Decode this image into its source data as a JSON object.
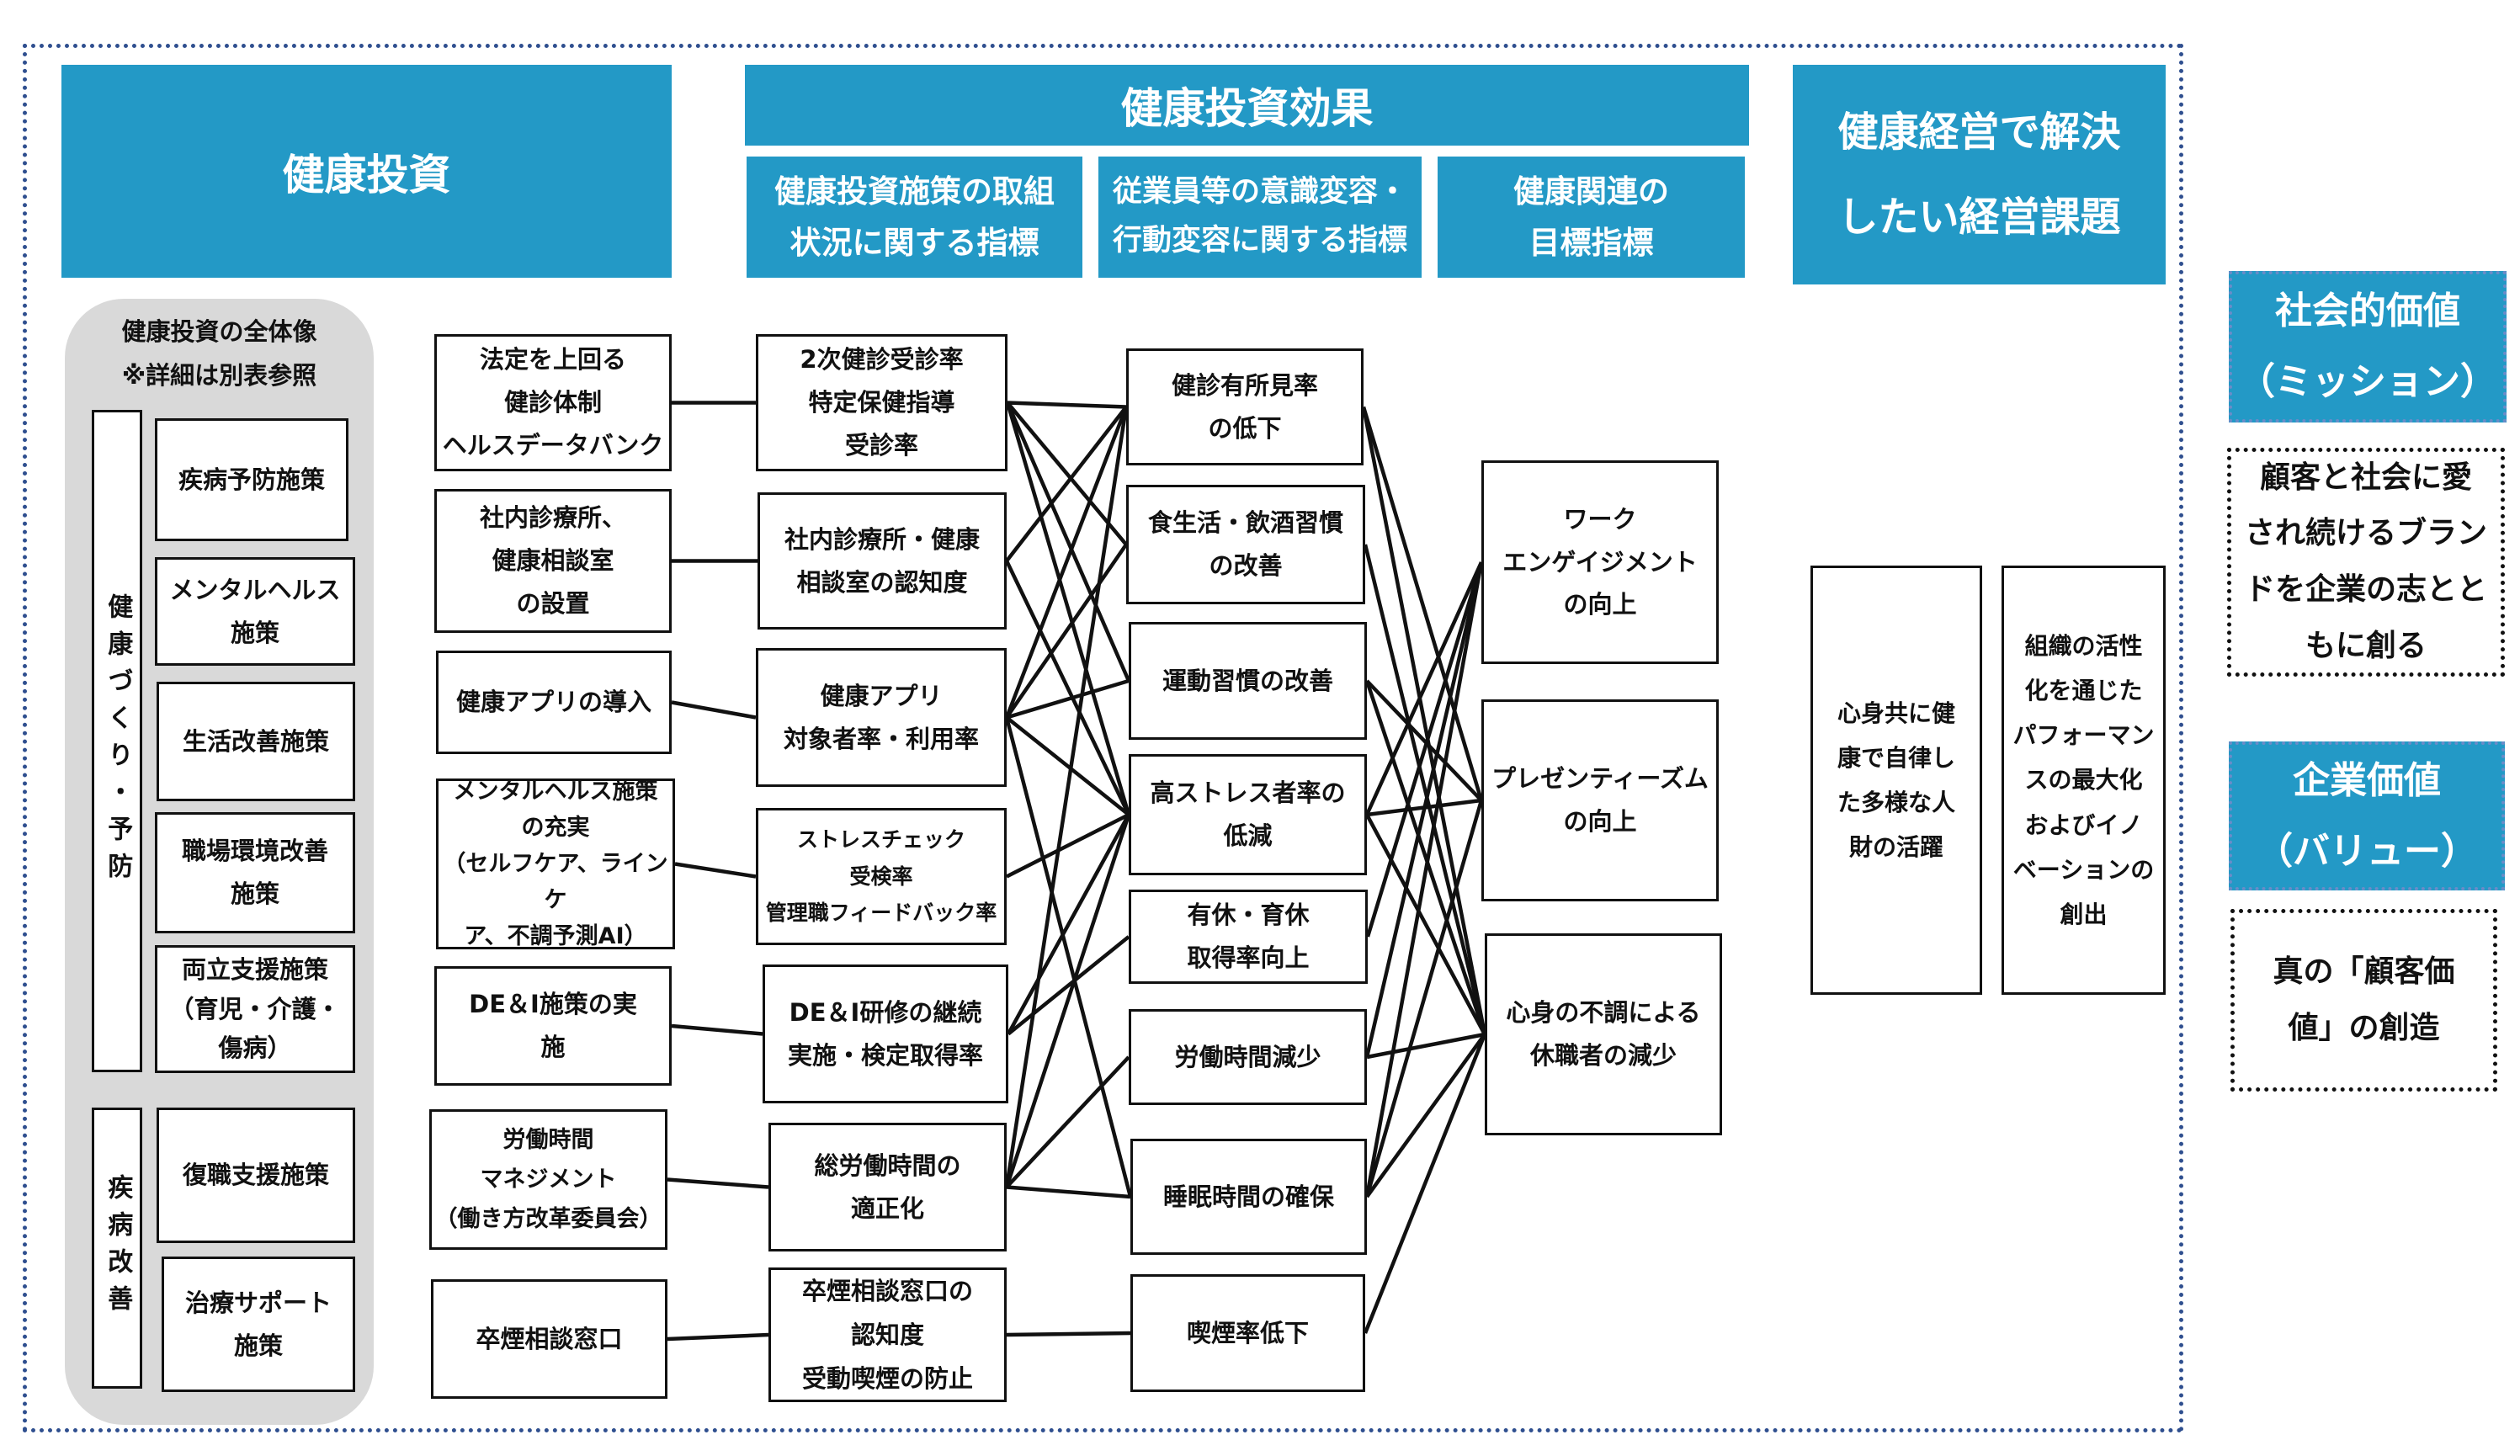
{
  "headers": {
    "investment": "健康投資",
    "effect": "健康投資効果",
    "effect_sub": [
      "健康投資施策の取組\n状況に関する指標",
      "従業員等の意識変容・\n行動変容に関する指標",
      "健康関連の\n目標指標"
    ],
    "issues": "健康経営で解決\nしたい経営課題"
  },
  "panel": {
    "title": "健康投資の全体像\n※詳細は別表参照",
    "prevention_label": "健康づくり・予防",
    "prevention_items": [
      "疾病予防施策",
      "メンタルヘルス\n施策",
      "生活改善施策",
      "職場環境改善\n施策",
      "両立支援施策\n（育児・介護・\n傷病）"
    ],
    "improvement_label": "疾病改善",
    "improvement_items": [
      "復職支援施策",
      "治療サポート\n施策"
    ]
  },
  "measures": [
    "法定を上回る\n健診体制\nヘルスデータバンク",
    "社内診療所、\n健康相談室\nの設置",
    "健康アプリの導入",
    "メンタルヘルス施策\nの充実\n（セルフケア、ラインケ\nア、不調予測AI）",
    "DE＆I施策の実\n施",
    "労働時間\nマネジメント\n（働き方改革委員会）",
    "卒煙相談窓口"
  ],
  "indicators": [
    "2次健診受診率\n特定保健指導\n受診率",
    "社内診療所・健康\n相談室の認知度",
    "健康アプリ\n対象者率・利用率",
    "ストレスチェック\n受検率\n管理職フィードバック率",
    "DE＆I研修の継続\n実施・検定取得率",
    "総労働時間の\n適正化",
    "卒煙相談窓口の\n認知度\n受動喫煙の防止"
  ],
  "behaviors": [
    "健診有所見率\nの低下",
    "食生活・飲酒習慣\nの改善",
    "運動習慣の改善",
    "高ストレス者率の\n低減",
    "有休・育休\n取得率向上",
    "労働時間減少",
    "睡眠時間の確保",
    "喫煙率低下"
  ],
  "goals": [
    "ワーク\nエンゲイジメント\nの向上",
    "プレゼンティーズム\nの向上",
    "心身の不調による\n休職者の減少"
  ],
  "issues": [
    "心身共に健\n康で自律し\nた多様な人\n財の活躍",
    "組織の活性\n化を通じた\nパフォーマン\nスの最大化\nおよびイノ\nベーションの\n創出"
  ],
  "mission": {
    "title": "社会的価値\n（ミッション）",
    "text": "顧客と社会に愛\nされ続けるブラン\nドを企業の志とと\nもに創る"
  },
  "value": {
    "title": "企業価値\n（バリュー）",
    "text": "真の「顧客価\n値」の創造"
  },
  "connections": {
    "measures_to_indicators": [
      [
        0,
        0
      ],
      [
        1,
        1
      ],
      [
        2,
        2
      ],
      [
        3,
        3
      ],
      [
        4,
        4
      ],
      [
        5,
        5
      ],
      [
        6,
        6
      ]
    ],
    "indicators_to_behaviors": [
      [
        0,
        0
      ],
      [
        0,
        1
      ],
      [
        0,
        2
      ],
      [
        0,
        3
      ],
      [
        1,
        0
      ],
      [
        1,
        3
      ],
      [
        2,
        0
      ],
      [
        2,
        1
      ],
      [
        2,
        2
      ],
      [
        2,
        3
      ],
      [
        2,
        6
      ],
      [
        3,
        3
      ],
      [
        4,
        3
      ],
      [
        4,
        4
      ],
      [
        5,
        0
      ],
      [
        5,
        3
      ],
      [
        5,
        5
      ],
      [
        5,
        6
      ],
      [
        6,
        7
      ]
    ],
    "behaviors_to_goals": [
      [
        0,
        1
      ],
      [
        0,
        2
      ],
      [
        1,
        2
      ],
      [
        2,
        1
      ],
      [
        2,
        2
      ],
      [
        3,
        0
      ],
      [
        3,
        1
      ],
      [
        3,
        2
      ],
      [
        4,
        0
      ],
      [
        5,
        0
      ],
      [
        5,
        2
      ],
      [
        6,
        0
      ],
      [
        6,
        1
      ],
      [
        6,
        2
      ],
      [
        7,
        2
      ]
    ]
  },
  "colors": {
    "header": "#2399c6",
    "panel": "#d9d9d9",
    "frame": "#2f4f8f"
  }
}
